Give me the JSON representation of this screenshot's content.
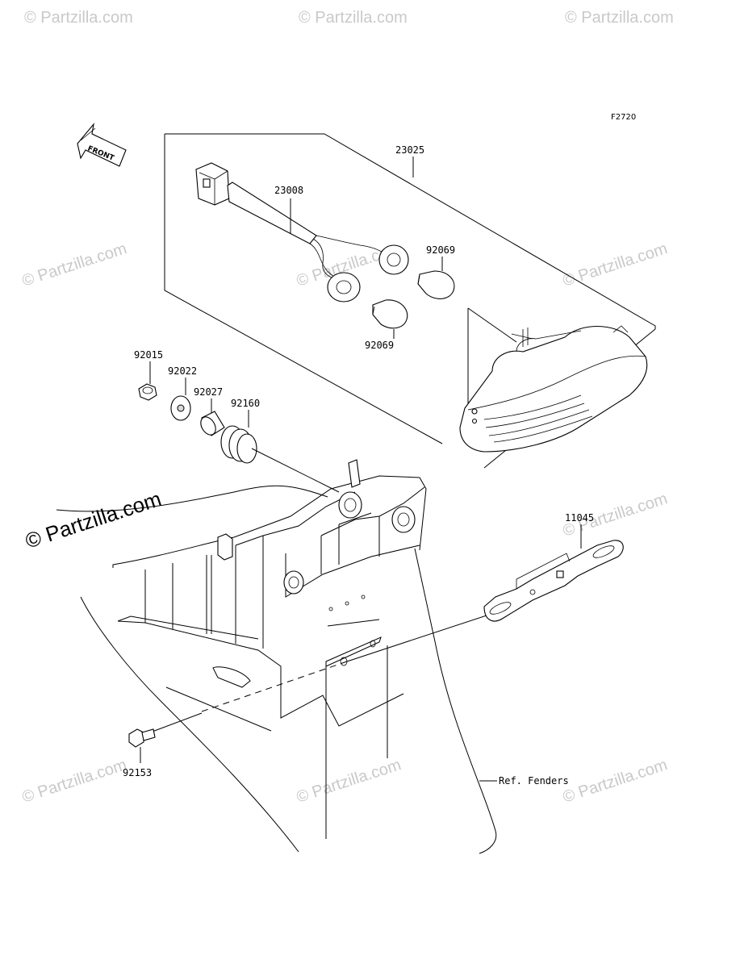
{
  "figure_code": "F2720",
  "front_arrow_label": "FRONT",
  "parts": {
    "p23025": "23025",
    "p23008": "23008",
    "p92069_a": "92069",
    "p92069_b": "92069",
    "p92015": "92015",
    "p92022": "92022",
    "p92027": "92027",
    "p92160": "92160",
    "p11045": "11045",
    "p92153": "92153"
  },
  "ref_fenders": "Ref. Fenders",
  "watermark": {
    "small": "© Partzilla.com",
    "large": "© Partzilla.com"
  }
}
